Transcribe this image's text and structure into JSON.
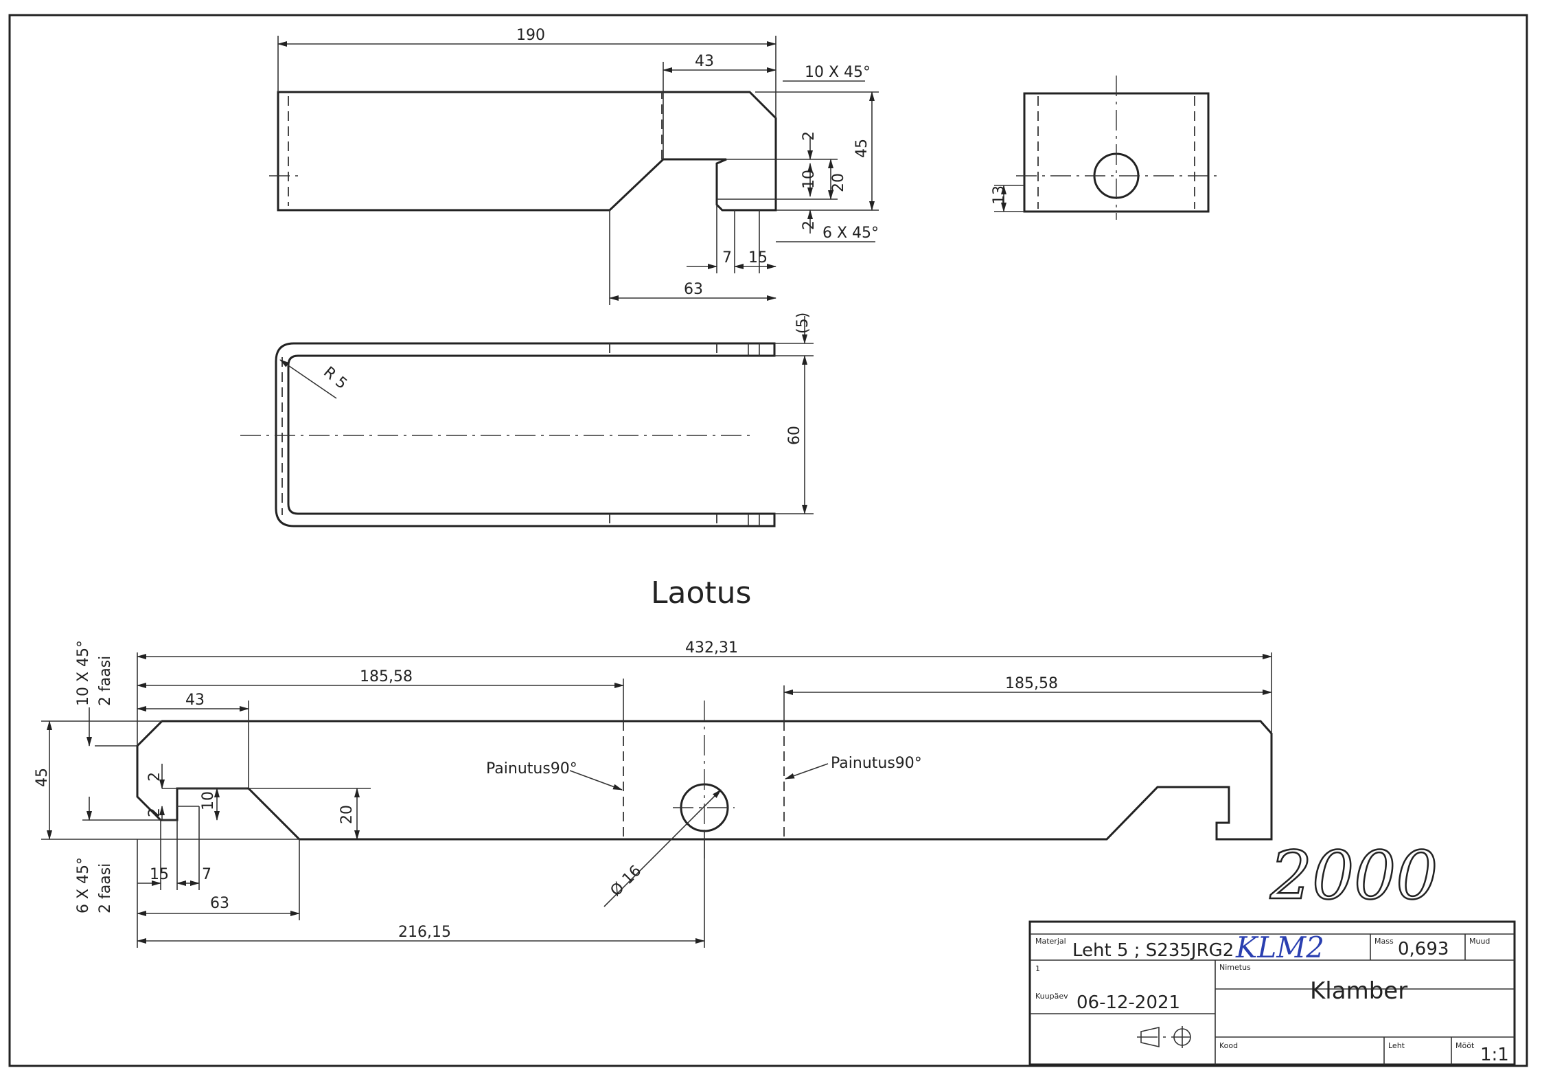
{
  "views": {
    "top_view": {
      "dims": [
        "190",
        "43",
        "10 X 45°",
        "45",
        "2",
        "10",
        "20",
        "2",
        "6 X 45°",
        "7",
        "15",
        "63"
      ]
    },
    "side_view": {
      "dims": [
        "13"
      ]
    },
    "folded_view": {
      "dims": [
        "(5)",
        "R 5",
        "60"
      ]
    },
    "flat_view": {
      "label": "Laotus",
      "dims": [
        "432,31",
        "185,58",
        "185,58",
        "43",
        "10 X 45°",
        "2 faasi",
        "45",
        "2",
        "10",
        "20",
        "2",
        "15",
        "7",
        "63",
        "6 X 45°",
        "2 faasi",
        "216,15",
        "Ø 16"
      ],
      "bend_left": "Painutus90°",
      "bend_right": "Painutus90°"
    }
  },
  "handwritten": {
    "quantity": "2000",
    "code": "KLM2"
  },
  "title_block": {
    "material_label": "Materjal",
    "material_value": "Leht 5 ;  S235JRG2",
    "mass_label": "Mass",
    "mass_value": "0,693",
    "muud_label": "Muud",
    "row_number": "1",
    "name_label": "Nimetus",
    "name_value": "Klamber",
    "date_label": "Kuupäev",
    "date_value": "06-12-2021",
    "code_label": "Kood",
    "sheet_label": "Leht",
    "scale_label": "Mõõt",
    "scale_value": "1:1"
  }
}
